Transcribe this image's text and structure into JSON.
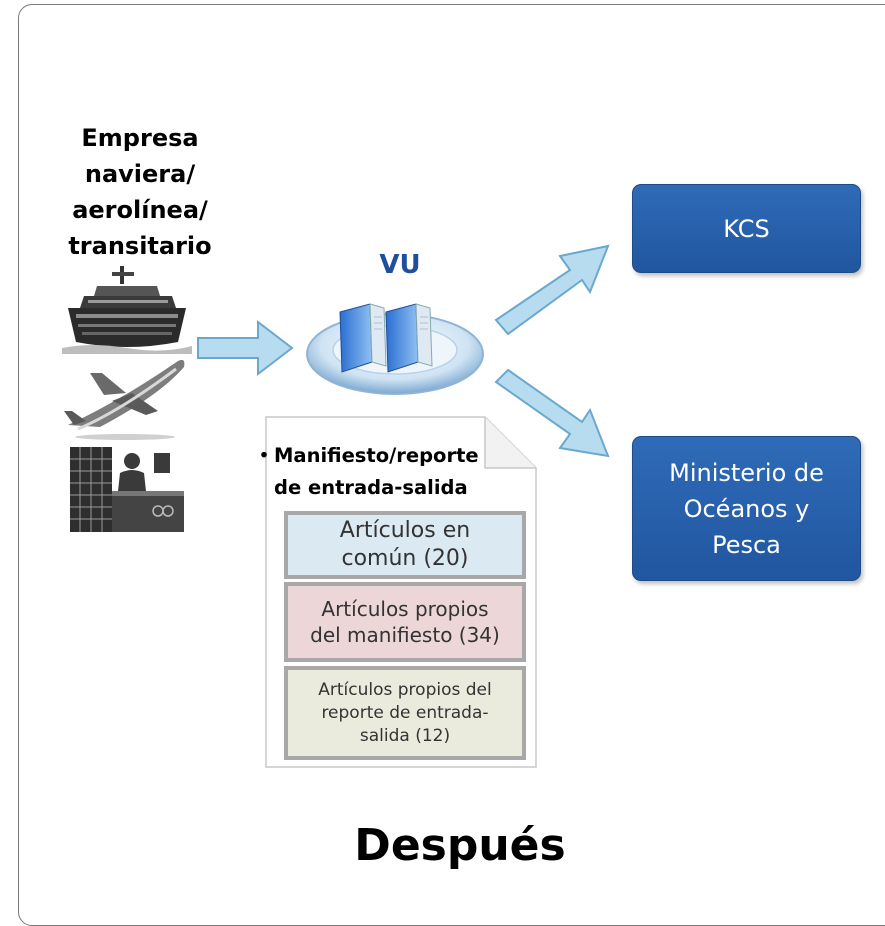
{
  "sender": {
    "title_lines": [
      "Empresa",
      "naviera/",
      "aerolínea/",
      "transitario"
    ],
    "icons": [
      "ship-icon",
      "airplane-icon",
      "forwarder-desk-icon"
    ]
  },
  "hub": {
    "label": "VU",
    "icon": "server-icon"
  },
  "document": {
    "bullet": "•",
    "title_line1": "Manifiesto/reporte",
    "title_line2": "de entrada-salida",
    "items": [
      {
        "lines": [
          "Artículos en",
          "común (20)"
        ],
        "color": "#dbe9f3"
      },
      {
        "lines": [
          "Artículos propios",
          "del manifiesto (34)"
        ],
        "color": "#ecd6d8"
      },
      {
        "lines": [
          "Artículos propios del",
          "reporte de entrada-",
          "salida (12)"
        ],
        "color": "#eaeadd"
      }
    ]
  },
  "agencies": [
    {
      "lines": [
        "KCS"
      ]
    },
    {
      "lines": [
        "Ministerio de",
        "Océanos y",
        "Pesca"
      ]
    }
  ],
  "colors": {
    "arrow_fill": "#b7dcef",
    "arrow_stroke": "#6aa8cf",
    "agency_fill": "#2a62ad",
    "vu_label": "#1f4e9b"
  },
  "footer": "Después"
}
